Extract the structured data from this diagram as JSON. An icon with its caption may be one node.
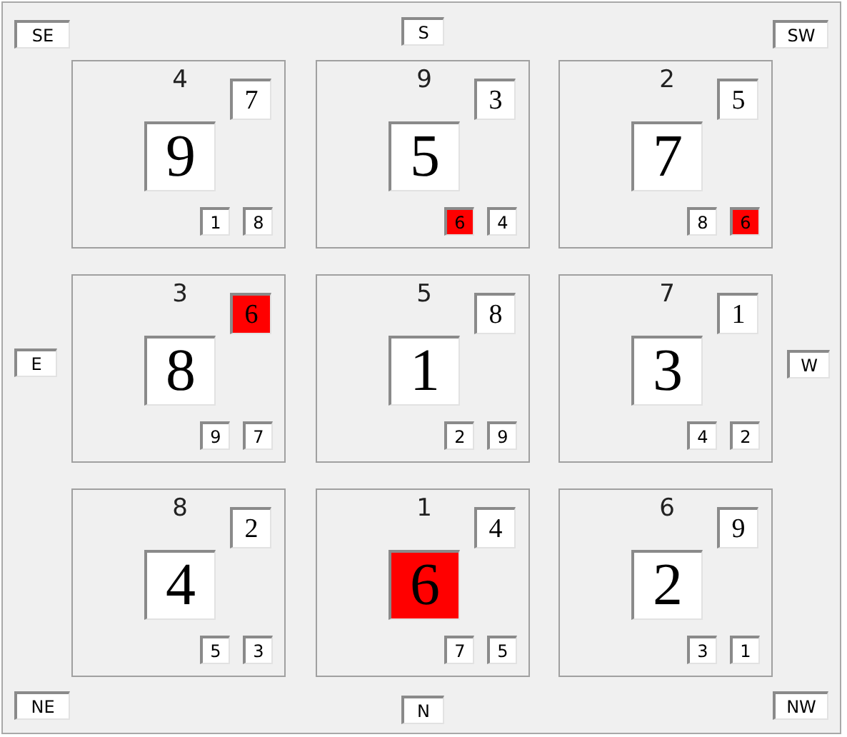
{
  "diagram": {
    "nodes": [
      {
        "text": [
          "SE"
        ]
      },
      {
        "text": [
          "S"
        ]
      },
      {
        "text": [
          "SW"
        ]
      },
      {
        "text": [
          "4"
        ]
      },
      {
        "text": [
          "7"
        ],
        "in": 3
      },
      {
        "text": [
          "9"
        ],
        "in": 3
      },
      {
        "text": [
          "1"
        ],
        "in": 3
      },
      {
        "text": [
          "8"
        ],
        "in": 3
      },
      {
        "text": [
          "9"
        ]
      },
      {
        "text": [
          "3"
        ],
        "in": 8
      },
      {
        "text": [
          "5"
        ],
        "in": 8
      },
      {
        "text": [
          "6"
        ],
        "in": 8
      },
      {
        "text": [
          "4"
        ],
        "in": 8
      },
      {
        "text": [
          "2"
        ]
      },
      {
        "text": [
          "5"
        ],
        "in": 13
      },
      {
        "text": [
          "7"
        ],
        "in": 13
      },
      {
        "text": [
          "8"
        ],
        "in": 13
      },
      {
        "text": [
          "6"
        ],
        "in": 13
      },
      {
        "text": [
          "E"
        ]
      },
      {
        "text": [
          "3"
        ]
      },
      {
        "text": [
          "6"
        ],
        "in": 19
      },
      {
        "text": [
          "8"
        ],
        "in": 19
      },
      {
        "text": [
          "9"
        ],
        "in": 19
      },
      {
        "text": [
          "7"
        ],
        "in": 19
      },
      {
        "text": [
          "5"
        ]
      },
      {
        "text": [
          "8"
        ],
        "in": 24
      },
      {
        "text": [
          "1"
        ],
        "in": 24
      },
      {
        "text": [
          "2"
        ],
        "in": 24
      },
      {
        "text": [
          "9"
        ],
        "in": 24
      },
      {
        "text": [
          "7"
        ]
      },
      {
        "text": [
          "1"
        ],
        "in": 29
      },
      {
        "text": [
          "3"
        ],
        "in": 29
      },
      {
        "text": [
          "4"
        ],
        "in": 29
      },
      {
        "text": [
          "2"
        ],
        "in": 29
      },
      {
        "text": [
          "W"
        ]
      },
      {
        "text": [
          "8"
        ]
      },
      {
        "text": [
          "2"
        ],
        "in": 35
      },
      {
        "text": [
          "4"
        ],
        "in": 35
      },
      {
        "text": [
          "5"
        ],
        "in": 35
      },
      {
        "text": [
          "3"
        ],
        "in": 35
      },
      {
        "text": [
          "1"
        ]
      },
      {
        "text": [
          "4"
        ],
        "in": 40
      },
      {
        "text": [
          "6"
        ],
        "in": 40
      },
      {
        "text": [
          "7"
        ],
        "in": 40
      },
      {
        "text": [
          "5"
        ],
        "in": 40
      },
      {
        "text": [
          "6"
        ]
      },
      {
        "text": [
          "9"
        ],
        "in": 45
      },
      {
        "text": [
          "2"
        ],
        "in": 45
      },
      {
        "text": [
          "3"
        ],
        "in": 45
      },
      {
        "text": [
          "1"
        ],
        "in": 45
      },
      {
        "text": [
          "NE"
        ]
      },
      {
        "text": [
          "N"
        ]
      },
      {
        "text": [
          "NW"
        ]
      }
    ]
  }
}
